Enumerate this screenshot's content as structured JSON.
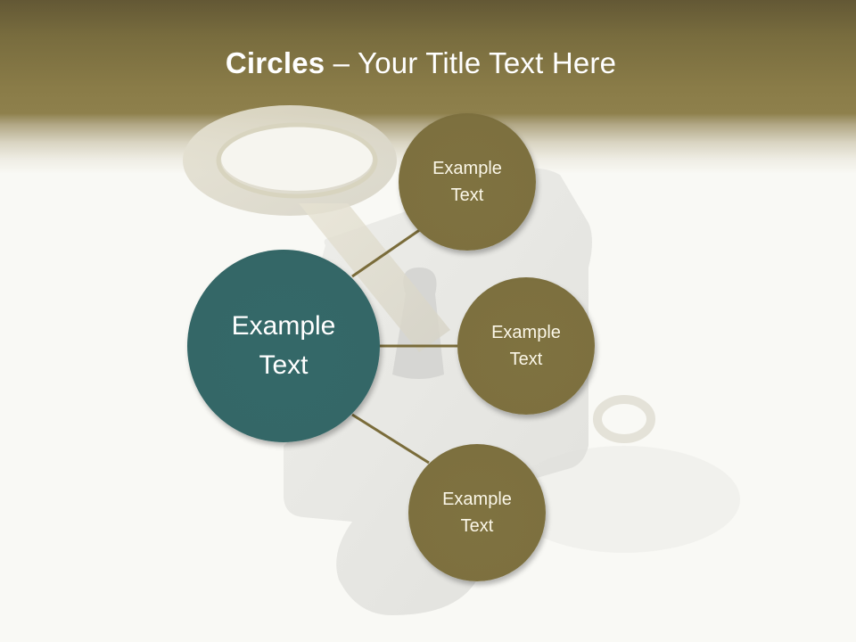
{
  "slide": {
    "title": {
      "bold_part": "Circles",
      "rest": " – Your Title Text Here"
    },
    "colors": {
      "header_top": "#635835",
      "header_bottom": "#8e804c",
      "background": "#f9f9f5",
      "main_circle": "#346767",
      "satellite_circle": "#7d703f",
      "connector": "#7a6c3a",
      "text": "#ffffff"
    },
    "diagram": {
      "center": {
        "line1": "Example",
        "line2": "Text"
      },
      "satellites": [
        {
          "position": "top",
          "line1": "Example",
          "line2": "Text"
        },
        {
          "position": "middle",
          "line1": "Example",
          "line2": "Text"
        },
        {
          "position": "bottom",
          "line1": "Example",
          "line2": "Text"
        }
      ]
    },
    "background_image": "key-and-puzzle-piece"
  }
}
